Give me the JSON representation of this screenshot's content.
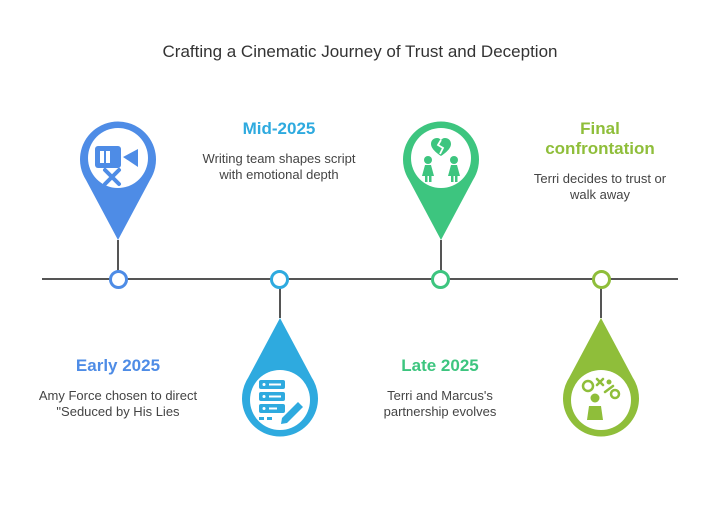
{
  "title": "Crafting a Cinematic Journey of Trust and Deception",
  "milestones": [
    {
      "heading": "Early 2025",
      "description": "Amy Force chosen to direct \"Seduced by His Lies",
      "color": "#4e8ce6",
      "icon": "camera-off-icon"
    },
    {
      "heading": "Mid-2025",
      "description": "Writing team shapes script with emotional depth",
      "color": "#2eaadf",
      "icon": "server-edit-icon"
    },
    {
      "heading": "Late 2025",
      "description": "Terri and Marcus's partnership evolves",
      "color": "#3dc57f",
      "icon": "broken-heart-couple-icon"
    },
    {
      "heading": "Final confrontation",
      "description": "Terri decides to trust or walk away",
      "color": "#8fbe3a",
      "icon": "decision-person-icon"
    }
  ]
}
